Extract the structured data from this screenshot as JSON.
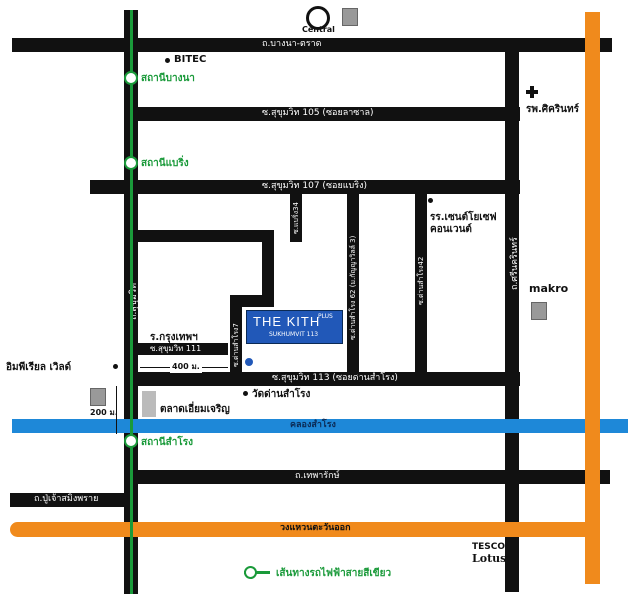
{
  "colors": {
    "road": "#111111",
    "bts_line": "#1a9a3a",
    "ring_road": "#f08a1c",
    "canal": "#1e88d8",
    "project_box": "#2158b8"
  },
  "roads": {
    "top": "ถ.บางนา-ตราด",
    "soi105": "ซ.สุขุมวิท 105 (ซอยลาซาล)",
    "soi107": "ซ.สุขุมวิท 107 (ซอยแบริ่ง)",
    "soi113": "ซ.สุขุมวิท 113 (ซอยด่านสำโรง)",
    "sukhumvit": "ถ.สุขุมวิท",
    "srinakarin": "ถ.ศรีนครินทร์",
    "thepharak": "ถ.เทพารักษ์",
    "pu_chao": "ถ.ปู่เจ้าสมิงพราย",
    "outer_ring": "วงแหวนตะวันออก",
    "canal": "คลองสำโรง",
    "soi_bearing34": "ซ.แบริ่ง34",
    "soi_dansamrong7": "ซ.ด่านสำโรง7",
    "soi_dansamrong62": "ซ.ด่านสำโรง 62 (ม.กัญญาวิลล์ 3)",
    "soi_dansamrong42": "ซ.ด่านสำโรง42",
    "sukhumvit111": "ซ.สุขุมวิท 111"
  },
  "stations": {
    "bangna": "สถานีบางนา",
    "bearing": "สถานีแบริ่ง",
    "samrong": "สถานีสำโรง"
  },
  "places": {
    "central": "Central",
    "bitec": "BITEC",
    "sikarin": "รพ.ศิครินทร์",
    "school": "รร.เซนต์โยเซฟ",
    "school2": "คอนเวนต์",
    "makro": "makro",
    "krungthep": "ร.กรุงเทพฯ",
    "imperial": "อิมพีเรียล เวิลด์",
    "wat": "วัดด่านสำโรง",
    "market": "ตลาดเอี่ยมเจริญ",
    "tesco": "TESCO",
    "lotus": "Lotus"
  },
  "distances": {
    "d400": "400 ม.",
    "d200": "200 ม."
  },
  "project": {
    "name": "THE KITH",
    "plus": "PLUS",
    "sub": "SUKHUMVIT 113"
  },
  "legend": "เส้นทางรถไฟฟ้าสายสีเขียว"
}
